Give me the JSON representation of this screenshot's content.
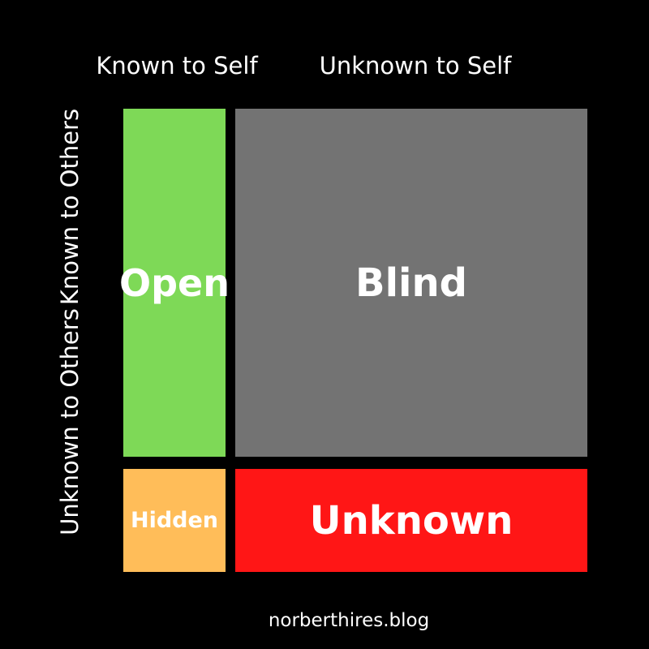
{
  "page": {
    "background_color": "#000000",
    "text_color": "#FFFFFF"
  },
  "axis_labels": {
    "col_left": "Known to Self",
    "col_right": "Unknown to Self",
    "row_top": "Known to Others",
    "row_bottom": "Unknown to Others"
  },
  "quadrants": [
    {
      "id": "open",
      "label": "Open",
      "color": "#7ED957"
    },
    {
      "id": "blind",
      "label": "Blind",
      "color": "#737373"
    },
    {
      "id": "hidden",
      "label": "Hidden",
      "color": "#FFBD59"
    },
    {
      "id": "unknown",
      "label": "Unknown",
      "color": "#FF1616"
    }
  ],
  "footer": {
    "text": "norberthires.blog"
  }
}
